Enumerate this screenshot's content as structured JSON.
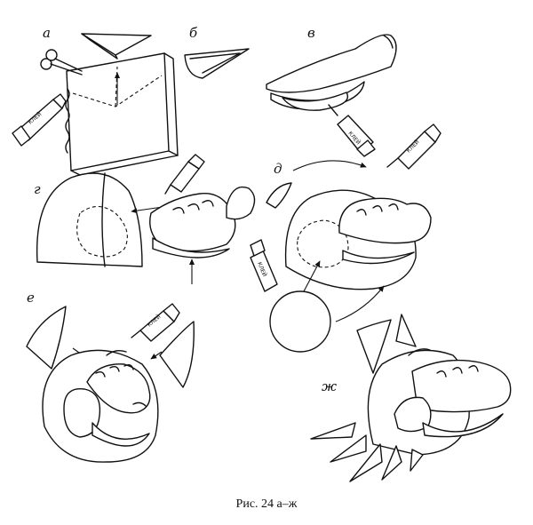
{
  "steps": {
    "a": "а",
    "b": "б",
    "v": "в",
    "g": "г",
    "d": "д",
    "e": "е",
    "zh": "ж"
  },
  "tube_label": "КЛЕЙ",
  "caption": "Рис. 24 а–ж"
}
